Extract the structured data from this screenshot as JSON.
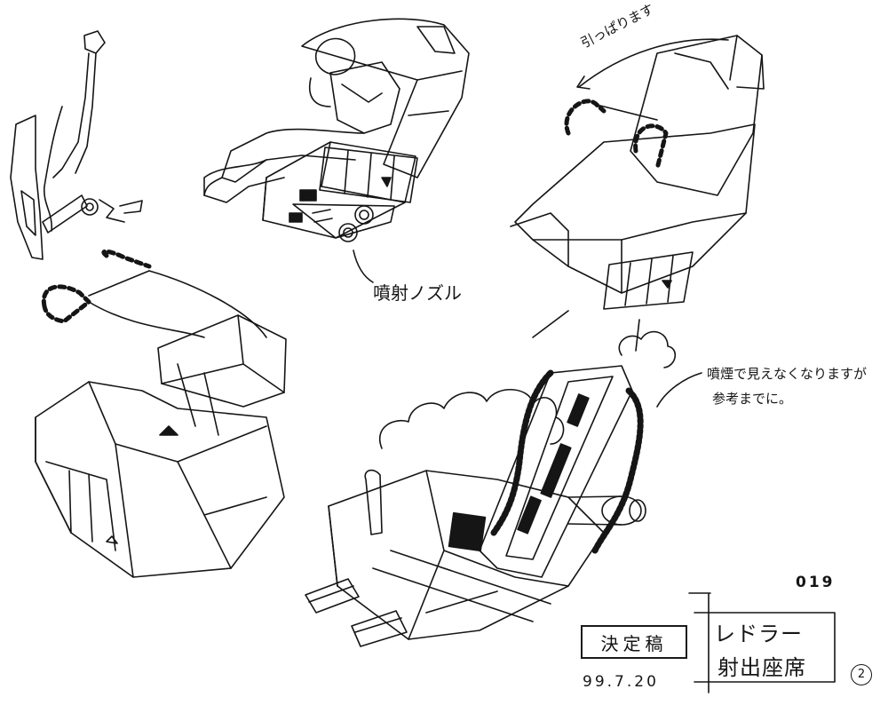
{
  "annotations": {
    "pull_note": "引っぱります",
    "nozzle_label": "噴射ノズル",
    "smoke_note_line1": "噴煙で見えなくなりますが",
    "smoke_note_line2": "参考までに。"
  },
  "title_block": {
    "sheet_number": "019",
    "status_stamp": "決定稿",
    "title_line1": "レドラー",
    "title_line2": "射出座席",
    "date": "99.7.20",
    "page_mark": "2"
  },
  "colors": {
    "ink": "#151515",
    "paper": "#ffffff"
  }
}
